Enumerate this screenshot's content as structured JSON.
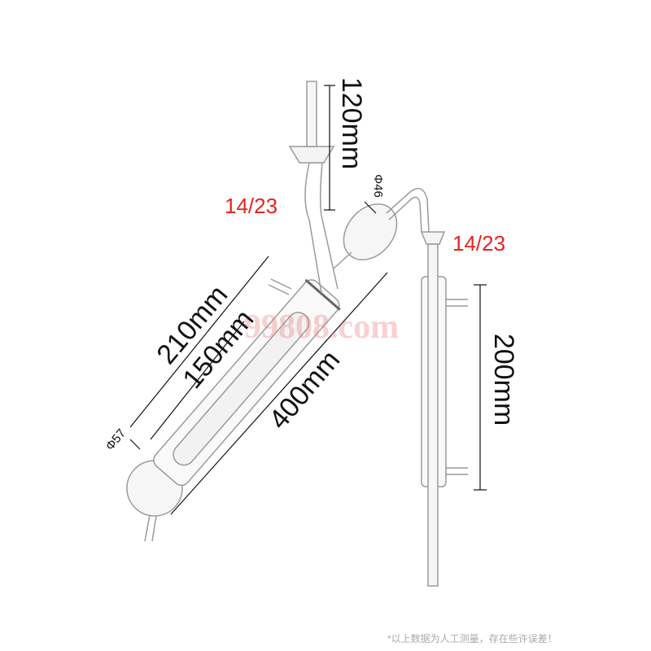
{
  "labels": {
    "top_tube_length": "120mm",
    "joint_left": "14/23",
    "joint_right": "14/23",
    "bulb_small_diameter": "Φ46",
    "bulb_large_diameter": "Φ57",
    "length_210": "210mm",
    "length_150": "150mm",
    "length_400": "400mm",
    "condenser_length": "200mm"
  },
  "watermark": "99808.com",
  "footnote": "*以上数据为人工测量，存在些许误差！",
  "colors": {
    "joint_label": "#e8231f",
    "glass": "#9a9a9a",
    "dimension_line": "#111111"
  }
}
